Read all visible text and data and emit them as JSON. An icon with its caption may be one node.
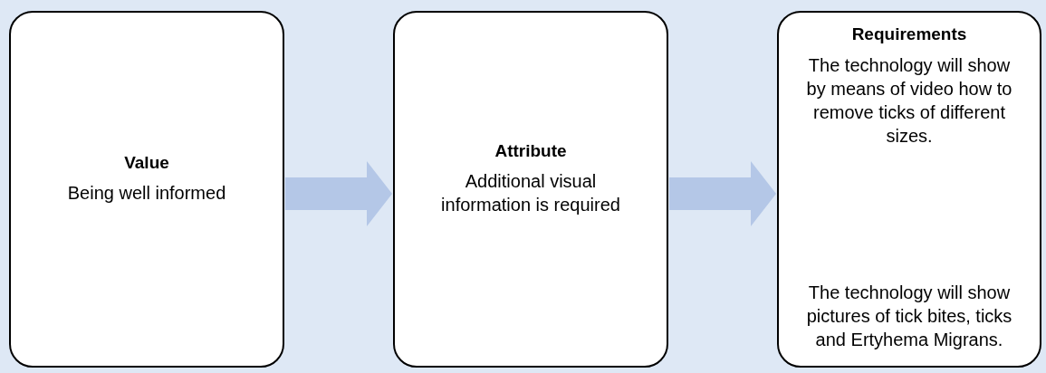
{
  "diagram": {
    "nodes": [
      {
        "text": [
          "Value",
          "Being well informed"
        ]
      },
      {
        "text": [
          "Attribute",
          "Additional visual information is required"
        ]
      },
      {
        "text": [
          "Requirements",
          "The technology will show by means of video how to remove ticks of different sizes.",
          "The technology will show pictures of tick bites, ticks and Ertyhema Migrans."
        ]
      }
    ],
    "edges": [
      {
        "from": 0,
        "to": 1,
        "arrow": "to"
      },
      {
        "from": 1,
        "to": 2,
        "arrow": "to"
      }
    ]
  }
}
